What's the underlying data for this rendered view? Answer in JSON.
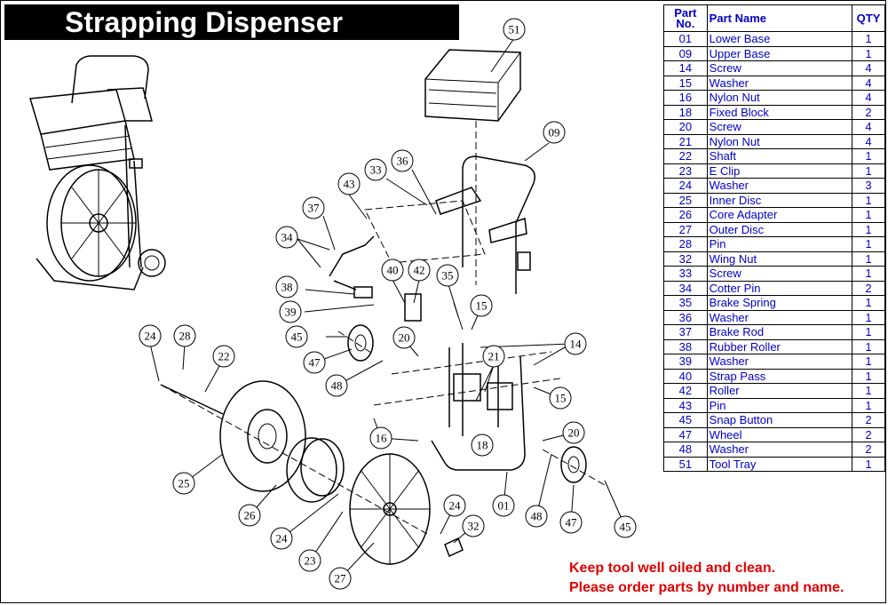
{
  "title": "Strapping Dispenser",
  "table": {
    "headers": {
      "part_no": "Part No.",
      "part_name": "Part Name",
      "qty": "QTY"
    },
    "rows": [
      {
        "no": "01",
        "name": "Lower Base",
        "qty": "1"
      },
      {
        "no": "09",
        "name": "Upper Base",
        "qty": "1"
      },
      {
        "no": "14",
        "name": "Screw",
        "qty": "4"
      },
      {
        "no": "15",
        "name": "Washer",
        "qty": "4"
      },
      {
        "no": "16",
        "name": "Nylon Nut",
        "qty": "4"
      },
      {
        "no": "18",
        "name": "Fixed Block",
        "qty": "2"
      },
      {
        "no": "20",
        "name": "Screw",
        "qty": "4"
      },
      {
        "no": "21",
        "name": "Nylon Nut",
        "qty": "4"
      },
      {
        "no": "22",
        "name": "Shaft",
        "qty": "1"
      },
      {
        "no": "23",
        "name": "E Clip",
        "qty": "1"
      },
      {
        "no": "24",
        "name": "Washer",
        "qty": "3"
      },
      {
        "no": "25",
        "name": "Inner Disc",
        "qty": "1"
      },
      {
        "no": "26",
        "name": "Core Adapter",
        "qty": "1"
      },
      {
        "no": "27",
        "name": "Outer Disc",
        "qty": "1"
      },
      {
        "no": "28",
        "name": "Pin",
        "qty": "1"
      },
      {
        "no": "32",
        "name": "Wing Nut",
        "qty": "1"
      },
      {
        "no": "33",
        "name": "Screw",
        "qty": "1"
      },
      {
        "no": "34",
        "name": "Cotter Pin",
        "qty": "2"
      },
      {
        "no": "35",
        "name": "Brake Spring",
        "qty": "1"
      },
      {
        "no": "36",
        "name": "Washer",
        "qty": "1"
      },
      {
        "no": "37",
        "name": "Brake Rod",
        "qty": "1"
      },
      {
        "no": "38",
        "name": "Rubber Roller",
        "qty": "1"
      },
      {
        "no": "39",
        "name": "Washer",
        "qty": "1"
      },
      {
        "no": "40",
        "name": "Strap Pass",
        "qty": "1"
      },
      {
        "no": "42",
        "name": "Roller",
        "qty": "1"
      },
      {
        "no": "43",
        "name": "Pin",
        "qty": "1"
      },
      {
        "no": "45",
        "name": "Snap Button",
        "qty": "2"
      },
      {
        "no": "47",
        "name": "Wheel",
        "qty": "2"
      },
      {
        "no": "48",
        "name": "Washer",
        "qty": "2"
      },
      {
        "no": "51",
        "name": "Tool Tray",
        "qty": "1"
      }
    ]
  },
  "callouts": [
    "51",
    "09",
    "33",
    "36",
    "43",
    "37",
    "34",
    "40",
    "42",
    "35",
    "38",
    "39",
    "15",
    "45",
    "20",
    "14",
    "47",
    "48",
    "21",
    "15",
    "24",
    "28",
    "22",
    "16",
    "18",
    "20",
    "25",
    "26",
    "24",
    "23",
    "24",
    "32",
    "01",
    "48",
    "47",
    "45",
    "27"
  ],
  "notes": [
    "Keep tool well oiled and clean.",
    "Please order parts by number and name."
  ],
  "colors": {
    "table_text": "#0000c8",
    "note_text": "#e00000",
    "title_bg": "#000000",
    "title_text": "#ffffff"
  }
}
